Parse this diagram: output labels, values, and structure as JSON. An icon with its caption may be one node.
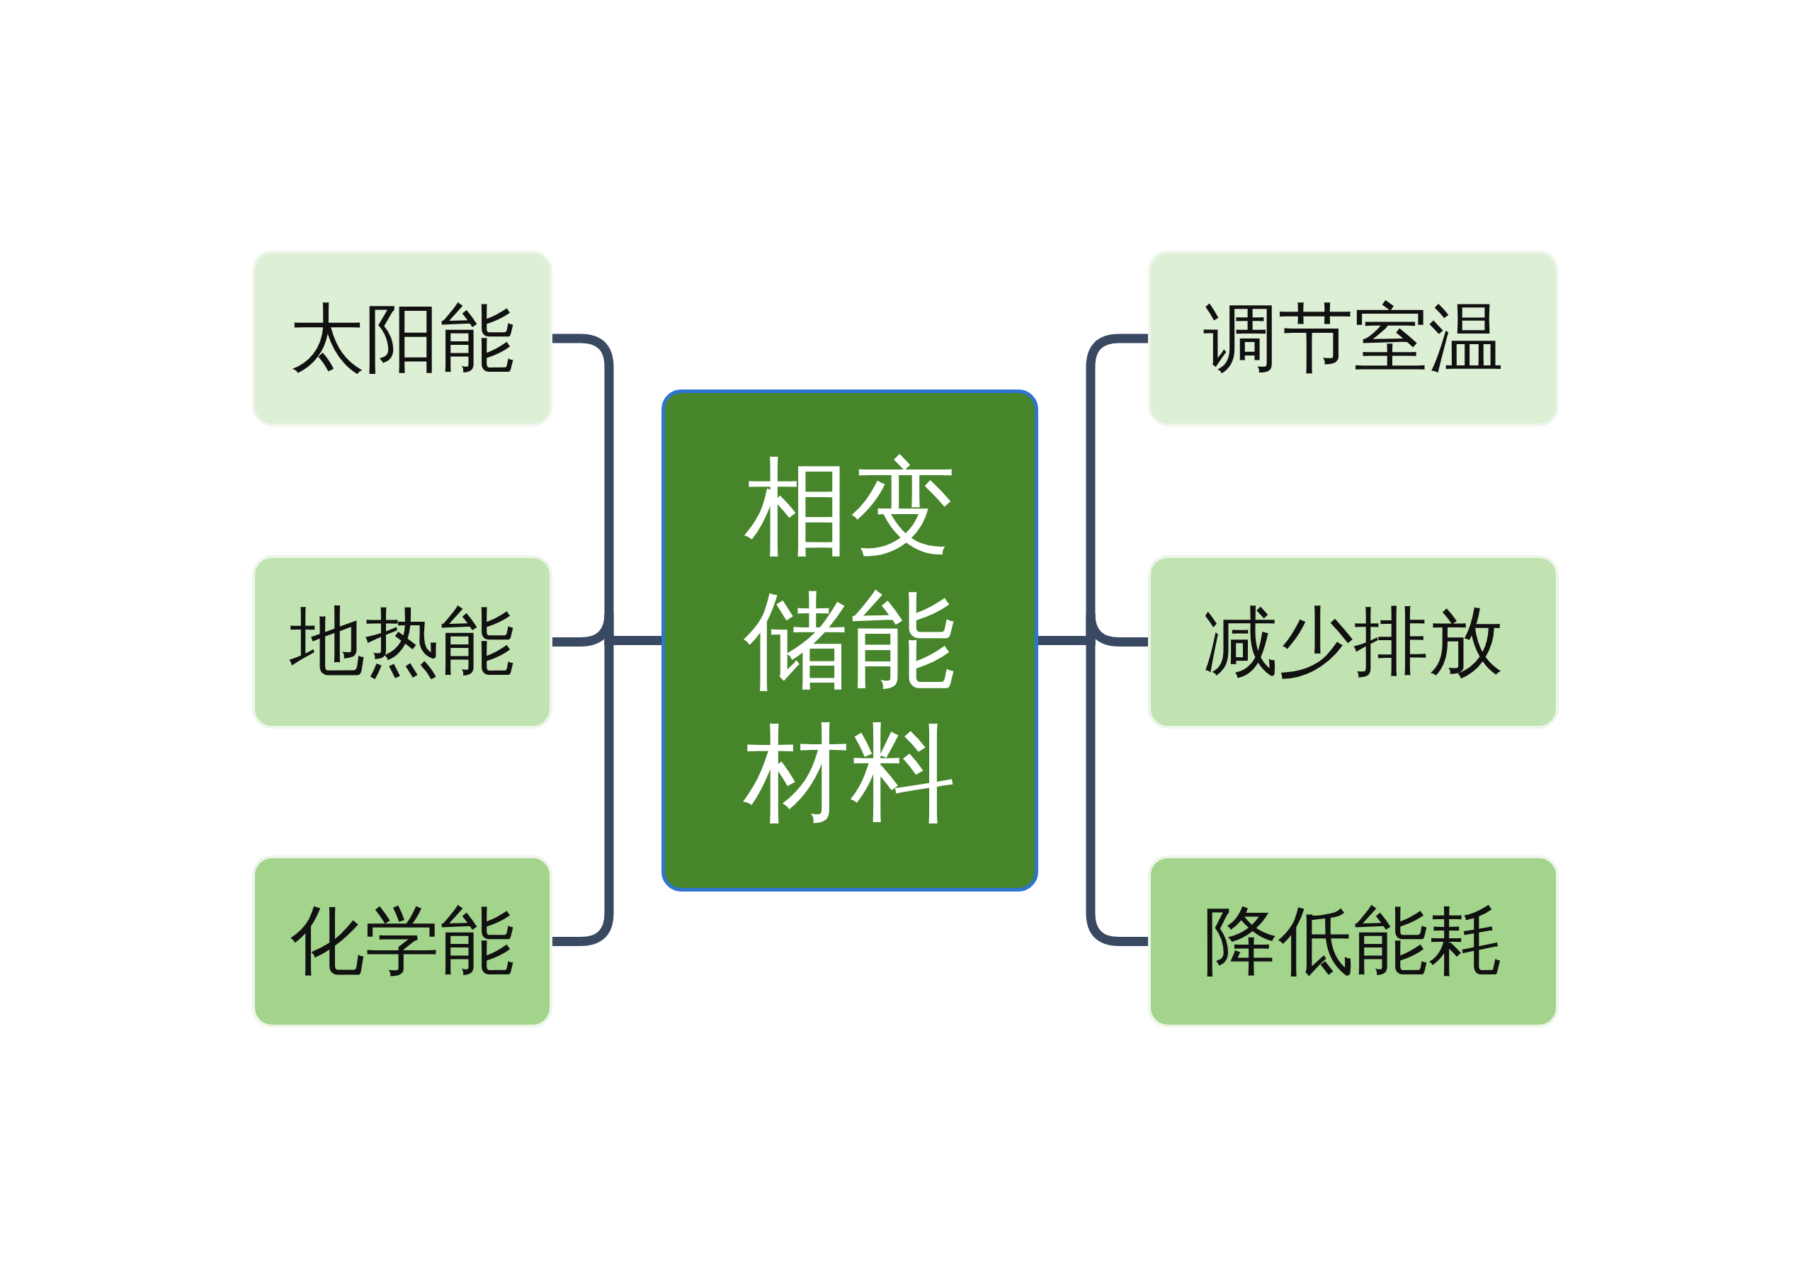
{
  "diagram": {
    "nodes": [
      {
        "text": [
          "相变储能材料"
        ]
      },
      {
        "text": [
          "太阳能"
        ]
      },
      {
        "text": [
          "地热能"
        ]
      },
      {
        "text": [
          "化学能"
        ]
      },
      {
        "text": [
          "调节室温"
        ]
      },
      {
        "text": [
          "减少排放"
        ]
      },
      {
        "text": [
          "降低能耗"
        ]
      }
    ],
    "edges": [
      {
        "from": 0,
        "to": 1,
        "arrow": "none"
      },
      {
        "from": 0,
        "to": 2,
        "arrow": "none"
      },
      {
        "from": 0,
        "to": 3,
        "arrow": "none"
      },
      {
        "from": 0,
        "to": 4,
        "arrow": "none"
      },
      {
        "from": 0,
        "to": 5,
        "arrow": "none"
      },
      {
        "from": 0,
        "to": 6,
        "arrow": "none"
      }
    ]
  }
}
